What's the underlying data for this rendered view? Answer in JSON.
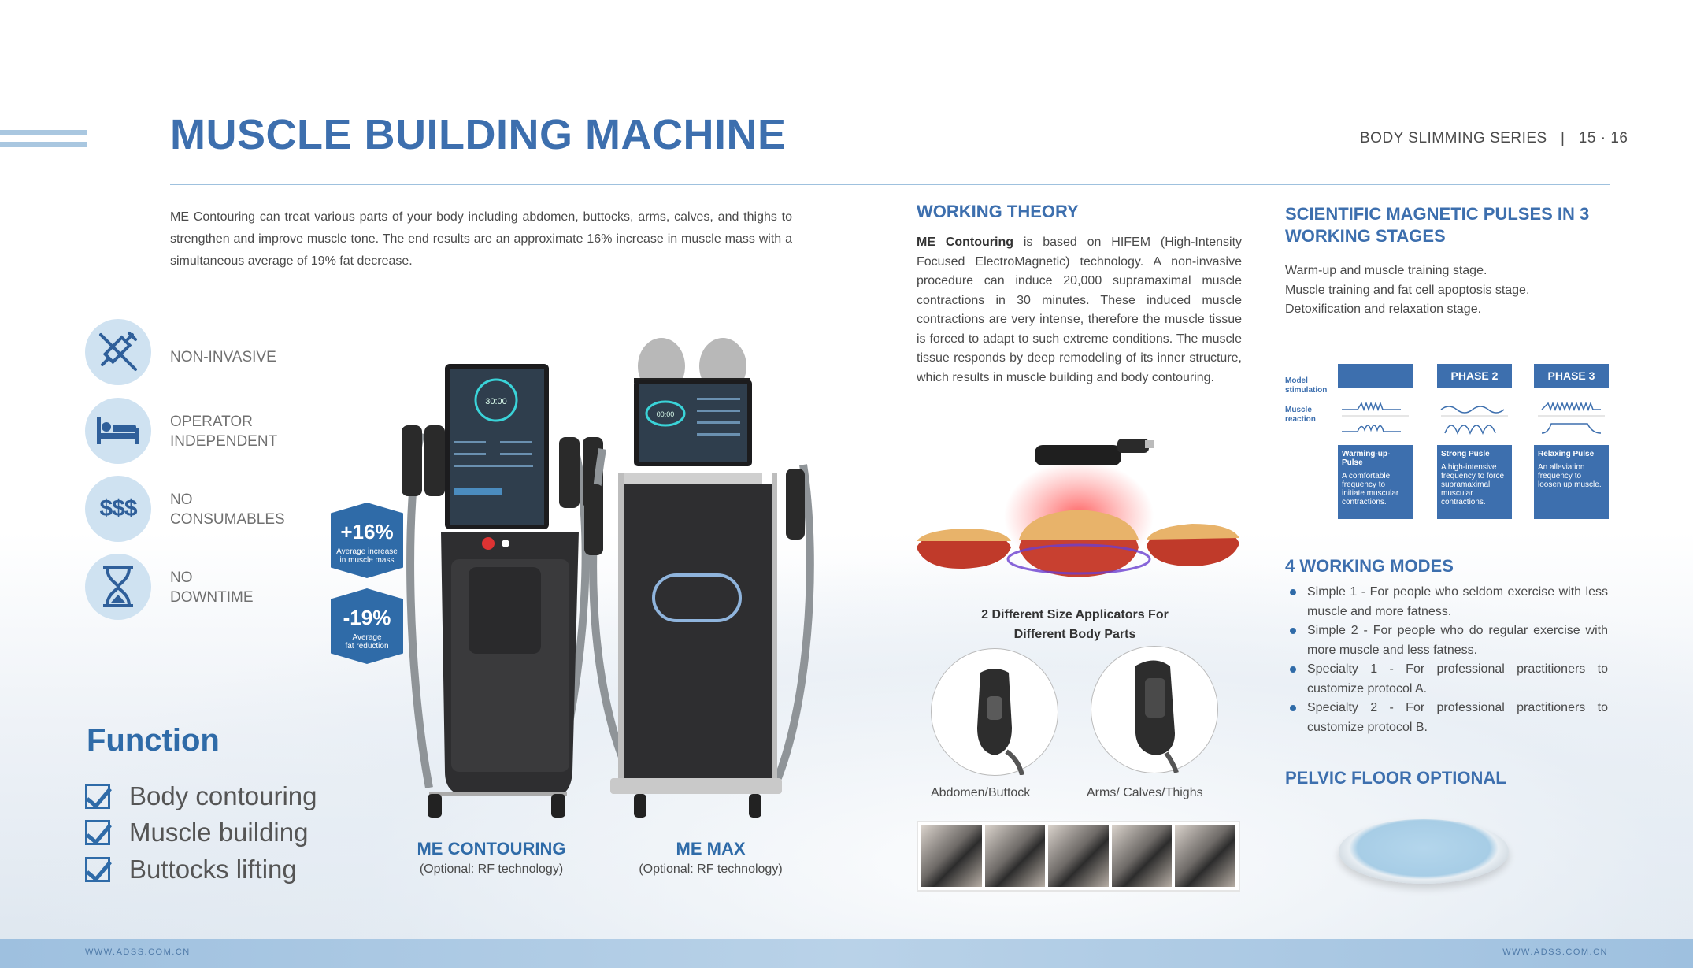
{
  "header": {
    "title": "MUSCLE BUILDING MACHINE",
    "series": "BODY SLIMMING SERIES   |   15 · 16"
  },
  "intro": "ME Contouring can treat various parts of your body including abdomen, buttocks, arms, calves, and thighs to strengthen and improve muscle tone. The end results are an approximate 16% increase in muscle mass with a simultaneous average of 19% fat decrease.",
  "features": [
    {
      "icon": "no-syringe-icon",
      "line1": "NON-INVASIVE",
      "line2": ""
    },
    {
      "icon": "bed-icon",
      "line1": "OPERATOR",
      "line2": "INDEPENDENT"
    },
    {
      "icon": "dollar-icon",
      "line1": "NO",
      "line2": "CONSUMABLES",
      "symbol": "$$$"
    },
    {
      "icon": "hourglass-icon",
      "line1": "NO",
      "line2": "DOWNTIME"
    }
  ],
  "badges": [
    {
      "value": "+16%",
      "caption_1": "Average increase",
      "caption_2": "in muscle mass"
    },
    {
      "value": "-19%",
      "caption_1": "Average",
      "caption_2": "fat reduction"
    }
  ],
  "function": {
    "title": "Function",
    "items": [
      "Body contouring",
      "Muscle building",
      "Buttocks lifting"
    ]
  },
  "machines": [
    {
      "name": "ME CONTOURING",
      "option": "(Optional: RF technology)",
      "screen_time": "30:00"
    },
    {
      "name": "ME MAX",
      "option": "(Optional: RF technology)",
      "screen_time": "00:00"
    }
  ],
  "working_theory": {
    "title": "WORKING THEORY",
    "bold_lead": "ME Contouring",
    "body": " is based on HIFEM (High-Intensity Focused ElectroMagnetic) technology. A non-invasive procedure can induce 20,000 supramaximal muscle contractions in 30 minutes. These induced muscle contractions are very intense, therefore the muscle tissue is forced to adapt to such extreme conditions. The muscle tissue responds by deep remodeling of its inner structure, which results in muscle building and body contouring."
  },
  "applicators": {
    "caption_1": "2 Different Size Applicators For",
    "caption_2": "Different Body Parts",
    "left_label": "Abdomen/Buttock",
    "right_label": "Arms/ Calves/Thighs"
  },
  "pulses": {
    "title_1": "SCIENTIFIC MAGNETIC PULSES IN 3",
    "title_2": "WORKING STAGES",
    "stages": [
      "Warm-up and muscle training stage.",
      "Muscle training and fat cell apoptosis stage.",
      "Detoxification and relaxation stage."
    ],
    "row_labels": {
      "stimulation_1": "Model",
      "stimulation_2": "stimulation",
      "reaction_1": "Muscle",
      "reaction_2": "reaction"
    },
    "phases": [
      {
        "head": "",
        "title": "Warming-up-Pulse",
        "desc": "A comfortable frequency to initiate muscular contractions."
      },
      {
        "head": "PHASE 2",
        "title": "Strong Pusle",
        "desc": "A high-intensive frequency to force supramaximal muscular contractions."
      },
      {
        "head": "PHASE 3",
        "title": "Relaxing Pulse",
        "desc": "An alleviation frequency to loosen up muscle."
      }
    ]
  },
  "modes": {
    "title": "4 WORKING MODES",
    "items": [
      "Simple 1 - For people who seldom exercise with less muscle and more fatness.",
      "Simple 2 - For people who do regular exercise with more muscle and less fatness.",
      "Specialty 1 - For professional practitioners to customize protocol A.",
      "Specialty 2 - For professional practitioners to customize protocol B."
    ]
  },
  "pelvic": {
    "title": "PELVIC FLOOR OPTIONAL"
  },
  "footer": {
    "left": "WWW.ADSS.COM.CN",
    "right": "WWW.ADSS.COM.CN"
  },
  "colors": {
    "brand_blue": "#3d6fae",
    "accent_blue": "#2f6ba8",
    "light_blue": "#cfe2f1"
  }
}
